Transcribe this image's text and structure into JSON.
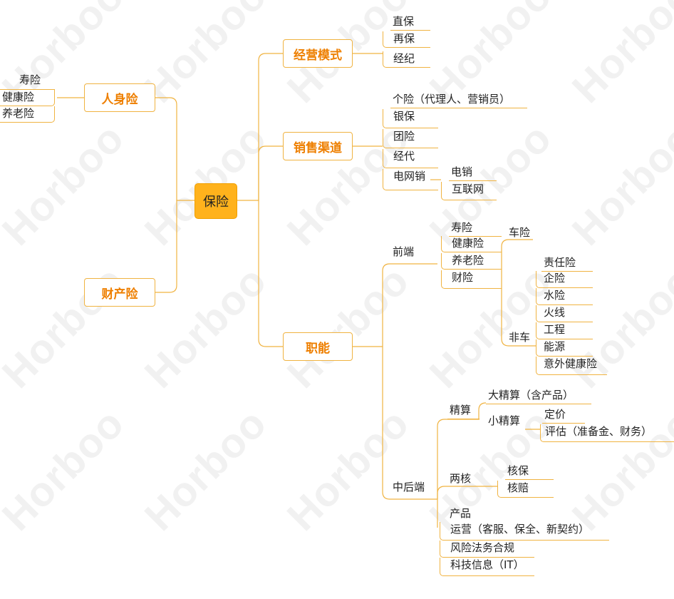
{
  "root": {
    "label": "保险"
  },
  "left": {
    "life": {
      "label": "人身险",
      "items": [
        "寿险",
        "健康险",
        "养老险"
      ]
    },
    "property": {
      "label": "财产险"
    }
  },
  "right": {
    "model": {
      "label": "经营模式",
      "items": [
        "直保",
        "再保",
        "经纪"
      ]
    },
    "channel": {
      "label": "销售渠道",
      "items": [
        "个险（代理人、营销员）",
        "银保",
        "团险",
        "经代",
        "电网销"
      ],
      "online": [
        "电销",
        "互联网"
      ]
    },
    "function": {
      "label": "职能",
      "front": {
        "label": "前端",
        "items": [
          "寿险",
          "健康险",
          "养老险",
          "财险"
        ],
        "car": "车险",
        "noncar": {
          "label": "非车",
          "items": [
            "责任险",
            "企险",
            "水险",
            "火线",
            "工程",
            "能源",
            "意外健康险"
          ]
        }
      },
      "back": {
        "label": "中后端",
        "actuary": {
          "label": "精算",
          "big": "大精算（含产品）",
          "small": {
            "label": "小精算",
            "items": [
              "定价",
              "评估（准备金、财务）"
            ]
          }
        },
        "twocore": {
          "label": "两核",
          "items": [
            "核保",
            "核赔"
          ]
        },
        "others": [
          "产品",
          "运营（客服、保全、新契约）",
          "风险法务合规",
          "科技信息（IT）"
        ]
      }
    }
  },
  "watermark": "Horboo",
  "colors": {
    "line": "#f0b341",
    "accent": "#ee7f00",
    "root": "#ffb21c"
  }
}
